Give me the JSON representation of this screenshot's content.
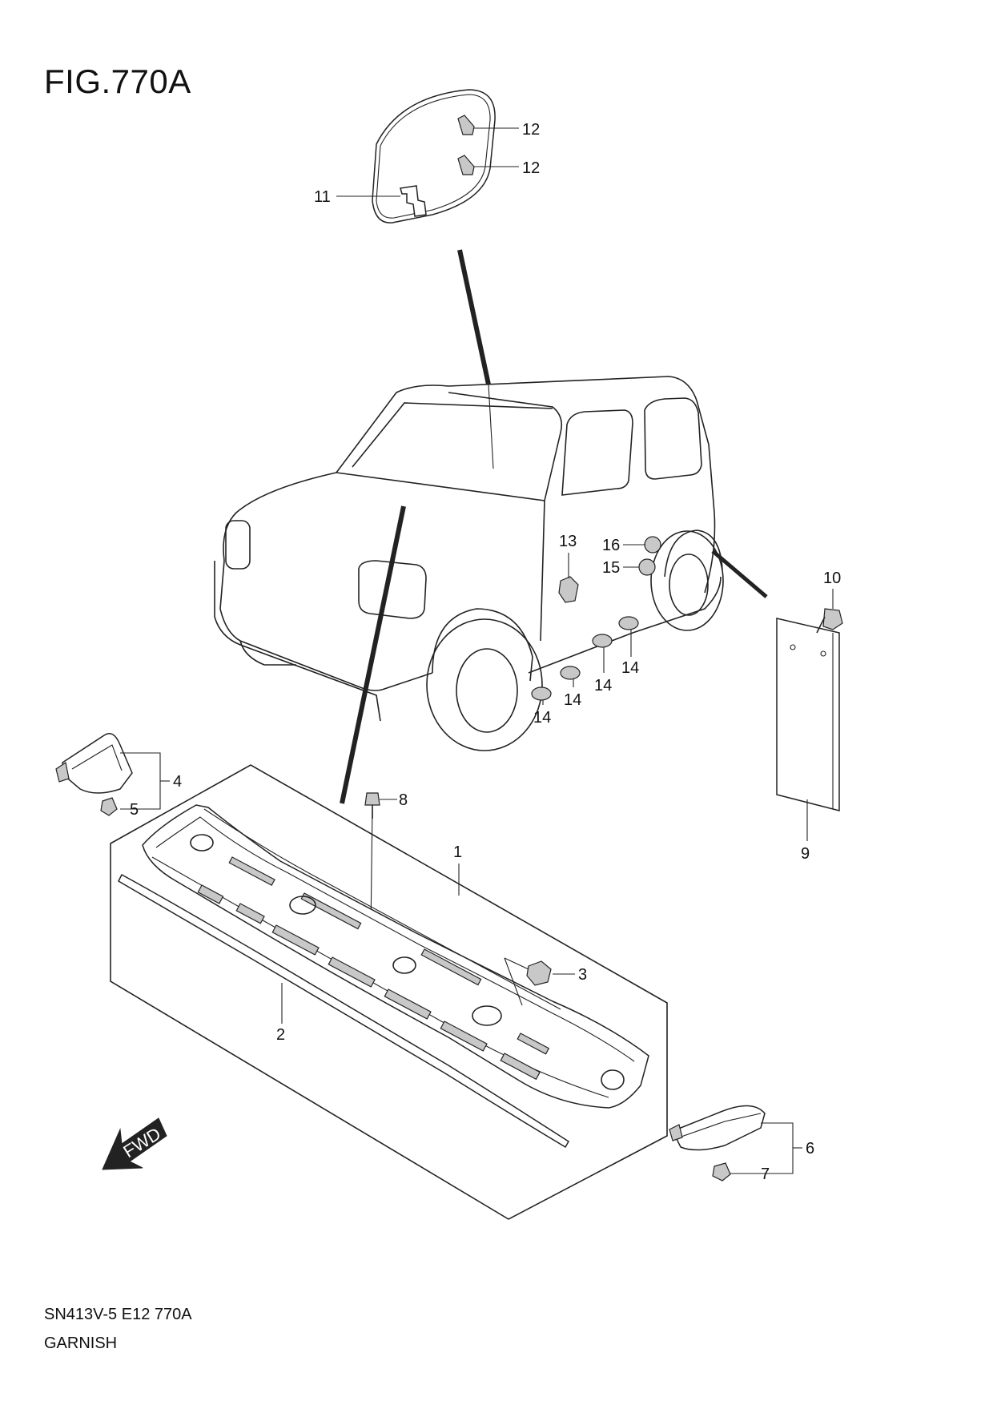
{
  "figure_title": "FIG.770A",
  "footer": {
    "code": "SN413V-5 E12 770A",
    "name": "GARNISH"
  },
  "fwd_label": "FWD",
  "callouts": {
    "c1": "1",
    "c2": "2",
    "c3": "3",
    "c4": "4",
    "c5": "5",
    "c6": "6",
    "c7": "7",
    "c8": "8",
    "c9": "9",
    "c10": "10",
    "c11": "11",
    "c12a": "12",
    "c12b": "12",
    "c13": "13",
    "c14a": "14",
    "c14b": "14",
    "c14c": "14",
    "c14d": "14",
    "c15": "15",
    "c16": "16"
  }
}
